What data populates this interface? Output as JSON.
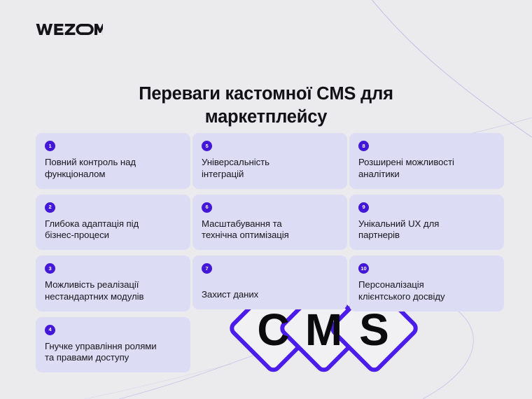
{
  "brand": {
    "name": "WEZOM"
  },
  "title": {
    "line1": "Переваги кастомної CMS для",
    "line2": "маркетплейсу"
  },
  "colors": {
    "background": "#ebebed",
    "card_background": "#dcdcf4",
    "badge_background": "#4317d8",
    "badge_text": "#ffffff",
    "text": "#17161c",
    "title_text": "#121116",
    "diamond_stroke": "#4c1cea",
    "diamond_fill": "#f1f1f3",
    "curve_stroke": "#b9b4e8"
  },
  "columns": [
    {
      "cards": [
        {
          "number": "1",
          "line1": "Повний контроль над",
          "line2": "функціоналом"
        },
        {
          "number": "2",
          "line1": "Глибока адаптація під",
          "line2": "бізнес-процеси"
        },
        {
          "number": "3",
          "line1": "Можливість реалізації",
          "line2": "нестандартних модулів"
        },
        {
          "number": "4",
          "line1": "Гнучке управління ролями",
          "line2": "та правами доступу"
        }
      ]
    },
    {
      "cards": [
        {
          "number": "5",
          "line1": "Універсальність",
          "line2": "інтеграцій"
        },
        {
          "number": "6",
          "line1": "Масштабування та",
          "line2": "технічна оптимізація"
        },
        {
          "number": "7",
          "line1": "Захист даних",
          "line2": ""
        }
      ]
    },
    {
      "cards": [
        {
          "number": "8",
          "line1": "Розширені можливості",
          "line2": "аналітики"
        },
        {
          "number": "9",
          "line1": "Унікальний UX для",
          "line2": "партнерів"
        },
        {
          "number": "10",
          "line1": "Персоналізація",
          "line2": "клієнтського досвіду"
        }
      ]
    }
  ],
  "cms_logo": {
    "letters": [
      "C",
      "M",
      "S"
    ]
  }
}
